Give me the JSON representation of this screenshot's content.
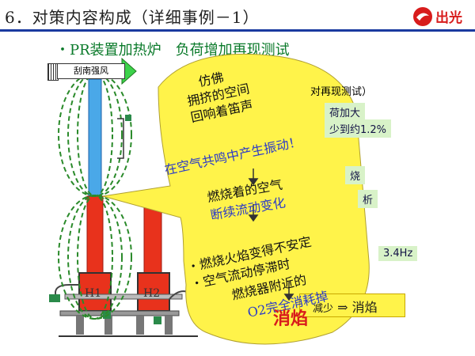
{
  "slide_title": "6．对策内容构成（详细事例－1）",
  "logo_text": "出光",
  "subtitle": "・PR装置加热炉　负荷增加再现测试",
  "diagram": {
    "wind_label": "刮南强风",
    "heater_labels": [
      "H1",
      "H2"
    ],
    "side_note_fragment": "对再现测试）",
    "note_right_1": "荷加大",
    "note_right_2": "少到约1.2%",
    "note_right_3": "烧",
    "note_right_4": "析",
    "frequency": "3.4Hz",
    "bottom_left_fragment": "减少",
    "bottom_arrow": "⇒",
    "bottom_result": "消焰"
  },
  "bubble": {
    "line1": "仿佛",
    "line2": "拥挤的空间",
    "line3": "回响着笛声",
    "line4": "在空气共鸣中产生振动！",
    "line5": "燃烧着的空气",
    "line6": "断续流动变化",
    "line7": "・燃烧火焰变得不安定",
    "line8": "・空气流动停滞时",
    "line9": "燃烧器附近的",
    "line10": "O2完全消耗掉",
    "result": "消焰"
  },
  "colors": {
    "bubble_fill": "#fff34a",
    "red_column": "#e8321c",
    "blue_column": "#4aa8e8",
    "green_dashed": "#2a8a2a",
    "title_rule": "#1a3aa0"
  }
}
